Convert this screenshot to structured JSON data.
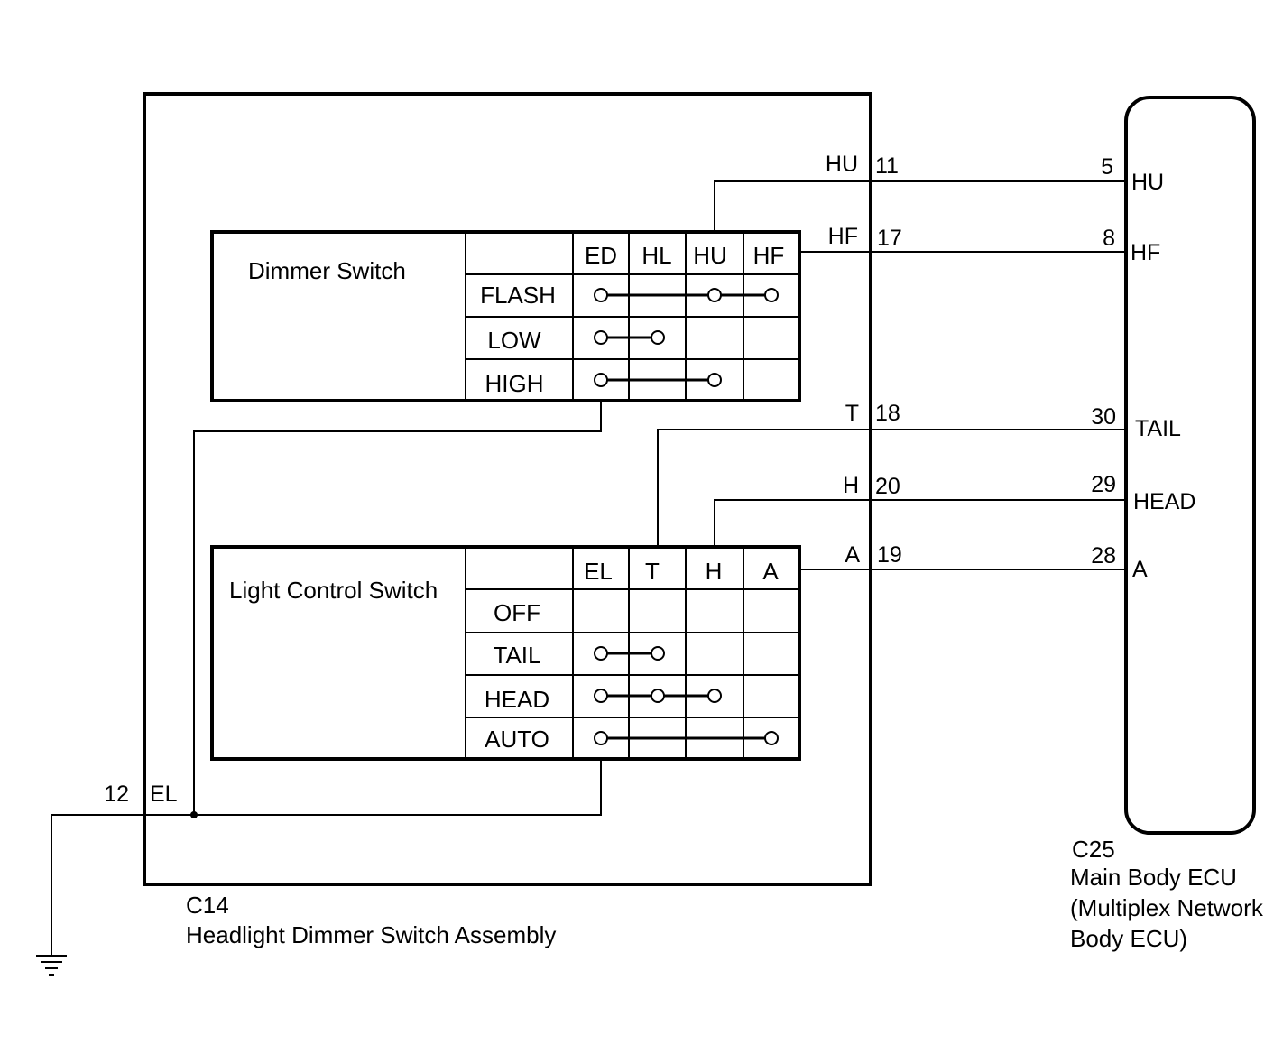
{
  "dimmer_switch": {
    "title": "Dimmer Switch",
    "columns": [
      "ED",
      "HL",
      "HU",
      "HF"
    ],
    "rows": [
      {
        "label": "FLASH",
        "connected": [
          "ED",
          "HU",
          "HF"
        ]
      },
      {
        "label": "LOW",
        "connected": [
          "ED",
          "HL"
        ]
      },
      {
        "label": "HIGH",
        "connected": [
          "ED",
          "HU"
        ]
      }
    ]
  },
  "light_control_switch": {
    "title": "Light Control Switch",
    "columns": [
      "EL",
      "T",
      "H",
      "A"
    ],
    "rows": [
      {
        "label": "OFF",
        "connected": []
      },
      {
        "label": "TAIL",
        "connected": [
          "EL",
          "T"
        ]
      },
      {
        "label": "HEAD",
        "connected": [
          "EL",
          "T",
          "H"
        ]
      },
      {
        "label": "AUTO",
        "connected": [
          "EL",
          "A"
        ]
      }
    ]
  },
  "wires": [
    {
      "sw_label": "HU",
      "sw_pin": "11",
      "ecu_pin": "5",
      "ecu_label": "HU"
    },
    {
      "sw_label": "HF",
      "sw_pin": "17",
      "ecu_pin": "8",
      "ecu_label": "HF"
    },
    {
      "sw_label": "T",
      "sw_pin": "18",
      "ecu_pin": "30",
      "ecu_label": "TAIL"
    },
    {
      "sw_label": "H",
      "sw_pin": "20",
      "ecu_pin": "29",
      "ecu_label": "HEAD"
    },
    {
      "sw_label": "A",
      "sw_pin": "19",
      "ecu_pin": "28",
      "ecu_label": "A"
    }
  ],
  "ground": {
    "pin": "12",
    "label": "EL"
  },
  "switch_assembly": {
    "code": "C14",
    "name": "Headlight Dimmer Switch Assembly"
  },
  "ecu": {
    "code": "C25",
    "name_lines": [
      "Main Body ECU",
      "(Multiplex Network",
      "Body ECU)"
    ]
  }
}
